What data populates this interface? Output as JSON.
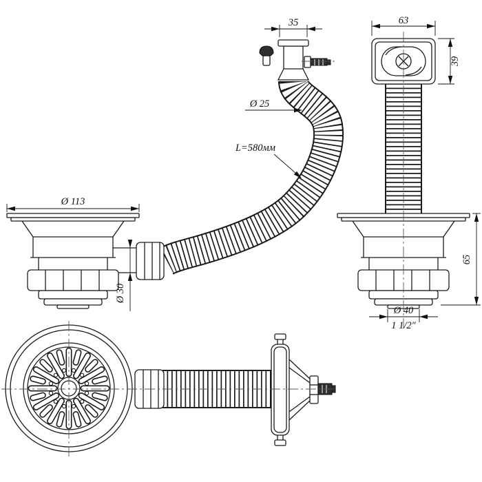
{
  "drawing": {
    "background_color": "#ffffff",
    "line_color": "#1a1a1a",
    "dimensions": {
      "overflow_depth": "35",
      "overflow_width": "63",
      "overflow_height": "39",
      "hose_diameter": "Ø 25",
      "hose_length": "L=580мм",
      "strainer_flange_diameter": "Ø 113",
      "outlet_spigot_diameter": "Ø 30",
      "strainer_height": "65",
      "outlet_diameter": "Ø 40",
      "outlet_thread_size": "1 1/2\""
    }
  }
}
